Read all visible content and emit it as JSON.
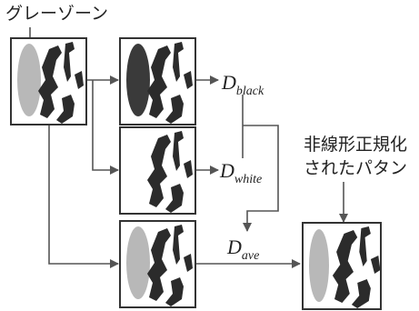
{
  "labels": {
    "gray_zone": "グレーゾーン",
    "nonlinear_line1": "非線形正規化",
    "nonlinear_line2": "されたパタン",
    "d_black_main": "D",
    "d_black_sub": "black",
    "d_white_main": "D",
    "d_white_sub": "white",
    "d_ave_main": "D",
    "d_ave_sub": "ave"
  },
  "colors": {
    "ink": "#2b2b2b",
    "gray_fill": "#b8b8b8",
    "black_fill": "#3a3a3a",
    "frame": "#333333",
    "line": "#555555"
  }
}
